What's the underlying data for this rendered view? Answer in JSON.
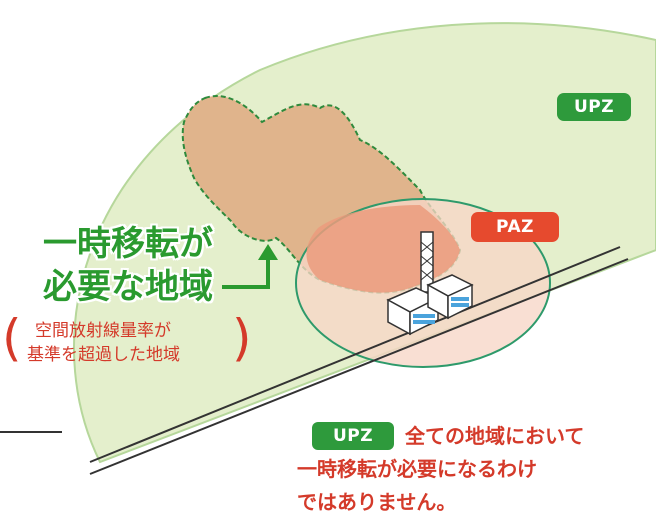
{
  "zones": {
    "upz_label": "UPZ",
    "paz_label": "PAZ"
  },
  "relocation_area": {
    "title_line1": "一時移転が",
    "title_line2": "必要な地域",
    "note_line1": "空間放射線量率が",
    "note_line2": "基準を超過した地域",
    "paren_open": "(",
    "paren_close": ")"
  },
  "footnote": {
    "badge": "UPZ",
    "line1": "全ての地域において",
    "line2": "一時移転が必要になるわけ",
    "line3": "ではありません。"
  },
  "colors": {
    "upz_fill": "#e4efcc",
    "upz_border": "#a9cf89",
    "paz_fill": "#f7d6c7",
    "paz_border": "#2e9a6b",
    "relocation_fill": "#dfb38c",
    "relocation_border": "#2e8a3c",
    "green_text": "#2a9a2f",
    "red_text": "#d43a2a"
  }
}
